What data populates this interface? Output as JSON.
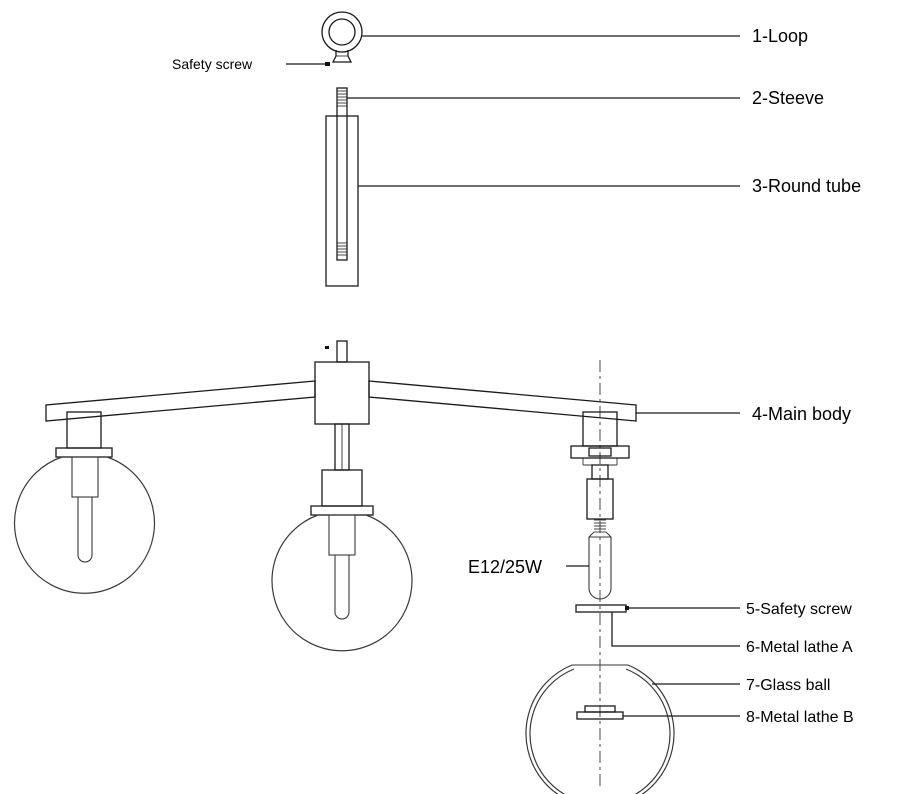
{
  "labels": {
    "loop": "1-Loop",
    "steeve": "2-Steeve",
    "round_tube": "3-Round  tube",
    "main_body": "4-Main body",
    "safety_screw_5": "5-Safety screw",
    "metal_lathe_a": "6-Metal lathe  A",
    "glass_ball": "7-Glass ball",
    "metal_lathe_b": "8-Metal lathe  B",
    "safety_screw_top": "Safety screw",
    "bulb_spec": "E12/25W"
  }
}
